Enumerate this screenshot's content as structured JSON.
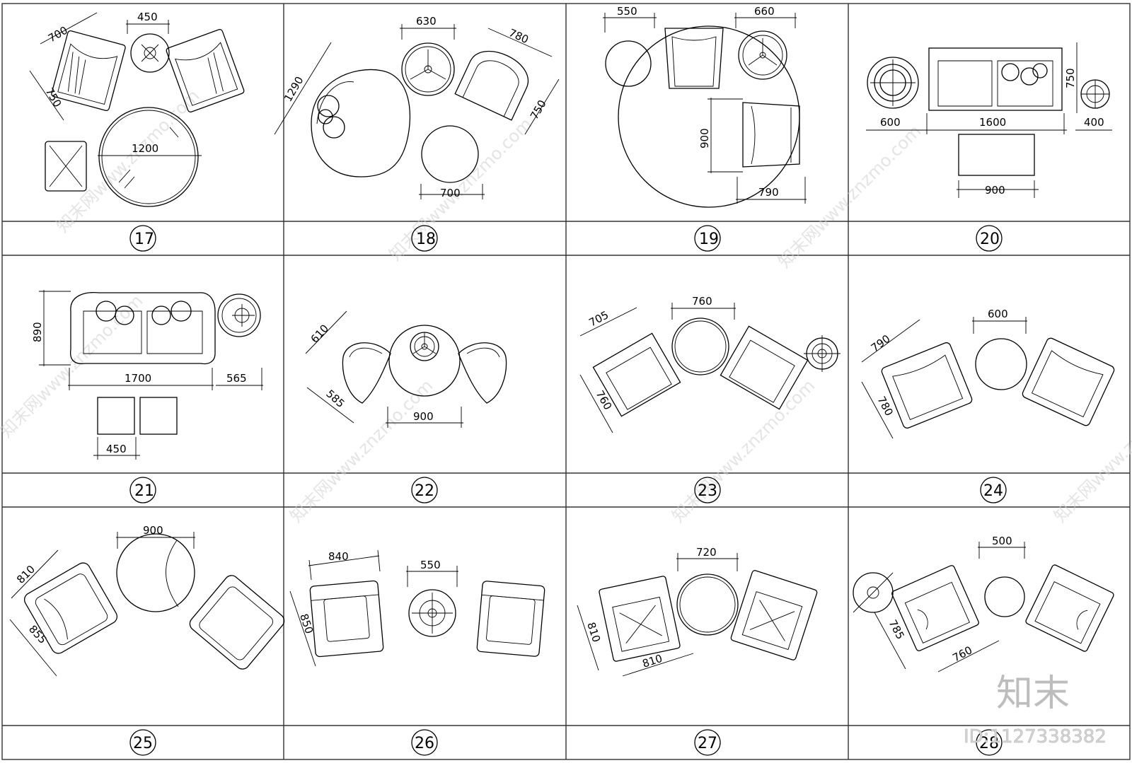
{
  "panels": [
    {
      "number": "17",
      "dims": [
        "700",
        "450",
        "750",
        "1200"
      ]
    },
    {
      "number": "18",
      "dims": [
        "630",
        "780",
        "1290",
        "750",
        "700"
      ]
    },
    {
      "number": "19",
      "dims": [
        "550",
        "660",
        "900",
        "790"
      ]
    },
    {
      "number": "20",
      "dims": [
        "750",
        "600",
        "1600",
        "400",
        "900"
      ]
    },
    {
      "number": "21",
      "dims": [
        "890",
        "1700",
        "565",
        "450"
      ]
    },
    {
      "number": "22",
      "dims": [
        "610",
        "585",
        "900"
      ]
    },
    {
      "number": "23",
      "dims": [
        "705",
        "760",
        "760"
      ]
    },
    {
      "number": "24",
      "dims": [
        "790",
        "600",
        "780"
      ]
    },
    {
      "number": "25",
      "dims": [
        "900",
        "810",
        "855"
      ]
    },
    {
      "number": "26",
      "dims": [
        "840",
        "550",
        "850"
      ]
    },
    {
      "number": "27",
      "dims": [
        "720",
        "810",
        "810"
      ]
    },
    {
      "number": "28",
      "dims": [
        "500",
        "785",
        "760"
      ]
    }
  ],
  "watermark": "知末网www.znzmo.com",
  "brand": "知末",
  "image_id": "ID:1127338382"
}
